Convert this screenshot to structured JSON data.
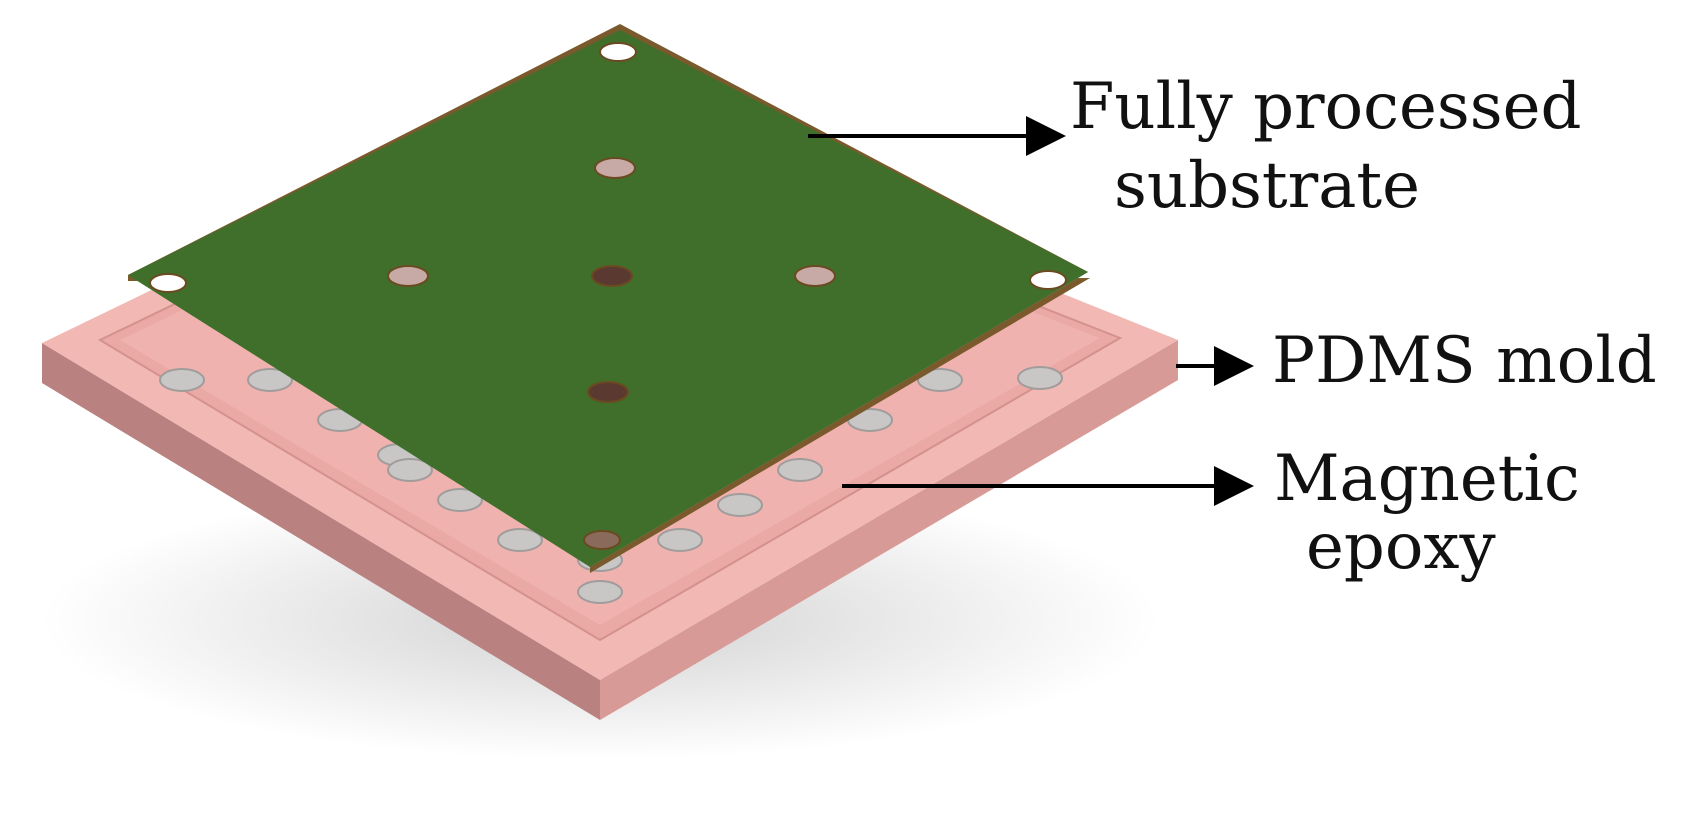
{
  "labels": {
    "substrate_line1": "Fully processed",
    "substrate_line2": "substrate",
    "pdms": "PDMS mold",
    "epoxy_line1": "Magnetic",
    "epoxy_line2": "epoxy"
  },
  "colors": {
    "substrate": "#3d6b2a",
    "substrate_edge": "#7a5a2c",
    "mold_top": "#f2b8b4",
    "mold_side_left": "#b98280",
    "mold_side_right": "#d89a96",
    "epoxy_disc": "#c9c7c6",
    "arrow": "#000000"
  }
}
